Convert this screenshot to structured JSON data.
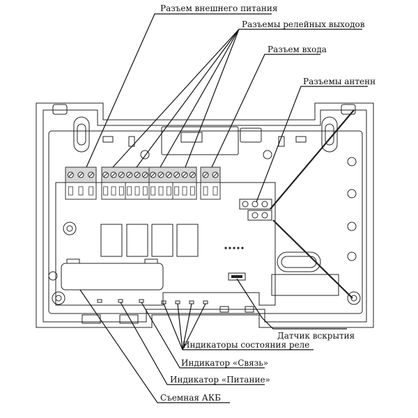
{
  "labels": {
    "external_power": "Разъем внешнего питания",
    "relay_outputs": "Разъемы релейных выходов",
    "input_connector": "Разъем входа",
    "antenna_connectors": "Разъемы антенн",
    "tamper_sensor": "Датчик вскрытия",
    "relay_indicators": "Индикаторы состояния реле",
    "link_indicator": "Индикатор «Связь»",
    "power_indicator": "Индикатор «Питание»",
    "removable_battery": "Съемная АКБ"
  }
}
